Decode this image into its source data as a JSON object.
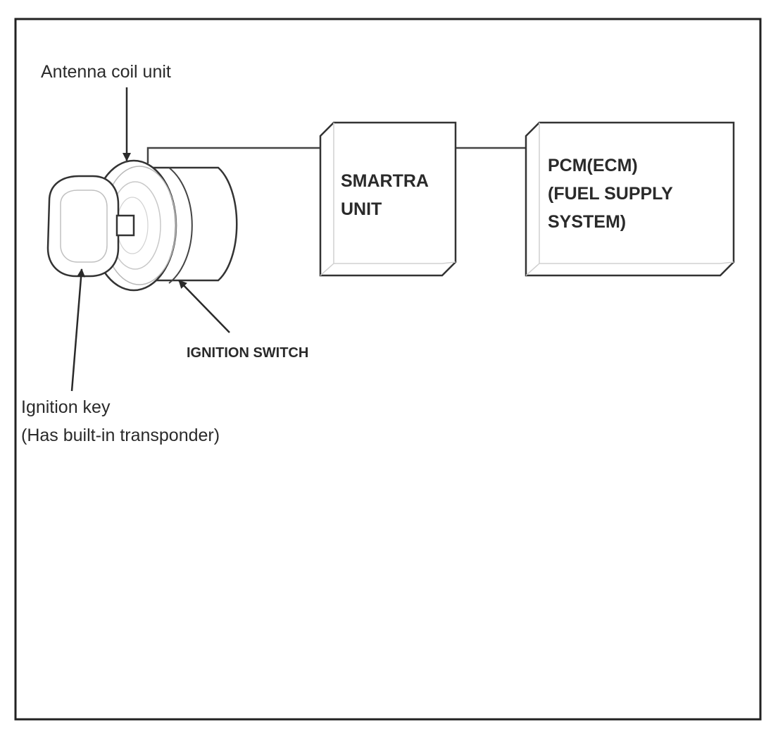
{
  "labels": {
    "antenna": "Antenna coil unit",
    "ignition_switch": "IGNITION SWITCH",
    "ignition_key_line1": "Ignition key",
    "ignition_key_line2": "(Has built-in transponder)"
  },
  "boxes": {
    "smartra": {
      "line1": "SMARTRA",
      "line2": "UNIT"
    },
    "pcm": {
      "line1": "PCM(ECM)",
      "line2": "(FUEL SUPPLY",
      "line3": "SYSTEM)"
    }
  }
}
